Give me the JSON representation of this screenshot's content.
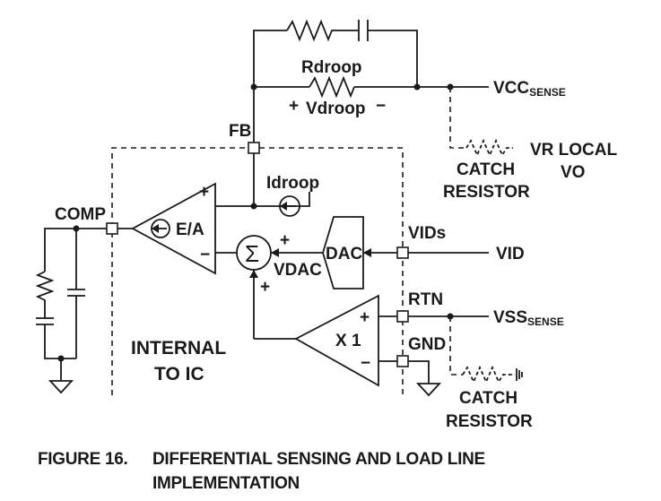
{
  "labels": {
    "rdroop": "Rdroop",
    "vdroop": "Vdroop",
    "vdroop_plus": "+",
    "vdroop_minus": "−",
    "vcc_sense_main": "VCC",
    "vcc_sense_sub": "SENSE",
    "fb": "FB",
    "catch_top_1": "CATCH",
    "catch_top_2": "RESISTOR",
    "vr_local_1": "VR LOCAL",
    "vr_local_2": "VO",
    "idroop": "Idroop",
    "comp": "COMP",
    "ea": "E/A",
    "ea_plus": "+",
    "ea_minus": "−",
    "sum_symbol": "Σ",
    "sum_plus_top": "+",
    "sum_plus_bottom": "+",
    "dac": "DAC",
    "vdac": "VDAC",
    "vids": "VIDs",
    "vid": "VID",
    "rtn": "RTN",
    "vss_sense_main": "VSS",
    "vss_sense_sub": "SENSE",
    "gnd": "GND",
    "x1": "X 1",
    "x1_plus": "+",
    "x1_minus": "−",
    "internal_1": "INTERNAL",
    "internal_2": "TO IC",
    "catch_bottom_1": "CATCH",
    "catch_bottom_2": "RESISTOR"
  },
  "caption": {
    "number": "FIGURE 16.",
    "line1": "DIFFERENTIAL SENSING AND LOAD LINE",
    "line2": "IMPLEMENTATION"
  },
  "icons": {
    "current_source": "current-source-icon",
    "resistor": "resistor-icon",
    "capacitor": "capacitor-icon",
    "ground": "ground-icon"
  }
}
